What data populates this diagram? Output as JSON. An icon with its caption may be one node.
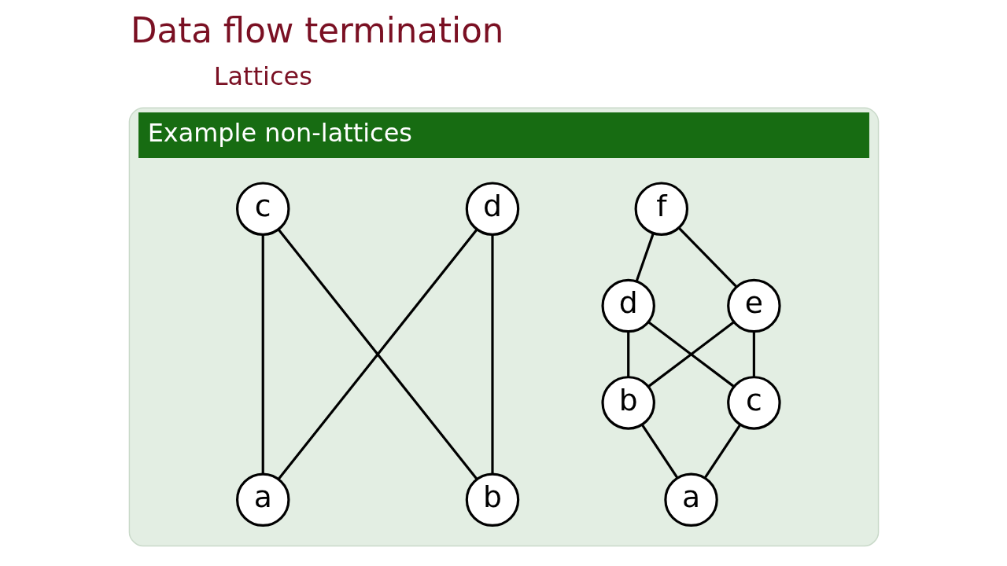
{
  "diagram": {
    "title": "Data flow termination",
    "nodes": [
      {
        "text": [
          "Example non-lattices"
        ]
      },
      {
        "text": [
          "c"
        ],
        "in": 0
      },
      {
        "text": [
          "d"
        ],
        "in": 0
      },
      {
        "text": [
          "a"
        ],
        "in": 0
      },
      {
        "text": [
          "b"
        ],
        "in": 0
      },
      {
        "text": [
          "f"
        ],
        "in": 0
      },
      {
        "text": [
          "d"
        ],
        "in": 0
      },
      {
        "text": [
          "e"
        ],
        "in": 0
      },
      {
        "text": [
          "b"
        ],
        "in": 0
      },
      {
        "text": [
          "c"
        ],
        "in": 0
      },
      {
        "text": [
          "a"
        ],
        "in": 0
      }
    ],
    "edges": [
      {
        "from": 1,
        "to": 3,
        "arrow": "none"
      },
      {
        "from": 1,
        "to": 4,
        "arrow": "none"
      },
      {
        "from": 2,
        "to": 3,
        "arrow": "none"
      },
      {
        "from": 2,
        "to": 4,
        "arrow": "none"
      },
      {
        "from": 5,
        "to": 6,
        "arrow": "none"
      },
      {
        "from": 5,
        "to": 7,
        "arrow": "none"
      },
      {
        "from": 6,
        "to": 8,
        "arrow": "none"
      },
      {
        "from": 6,
        "to": 9,
        "arrow": "none"
      },
      {
        "from": 7,
        "to": 8,
        "arrow": "none"
      },
      {
        "from": 7,
        "to": 9,
        "arrow": "none"
      },
      {
        "from": 8,
        "to": 10,
        "arrow": "none"
      },
      {
        "from": 9,
        "to": 10,
        "arrow": "none"
      }
    ],
    "labels": [
      "Lattices"
    ]
  }
}
